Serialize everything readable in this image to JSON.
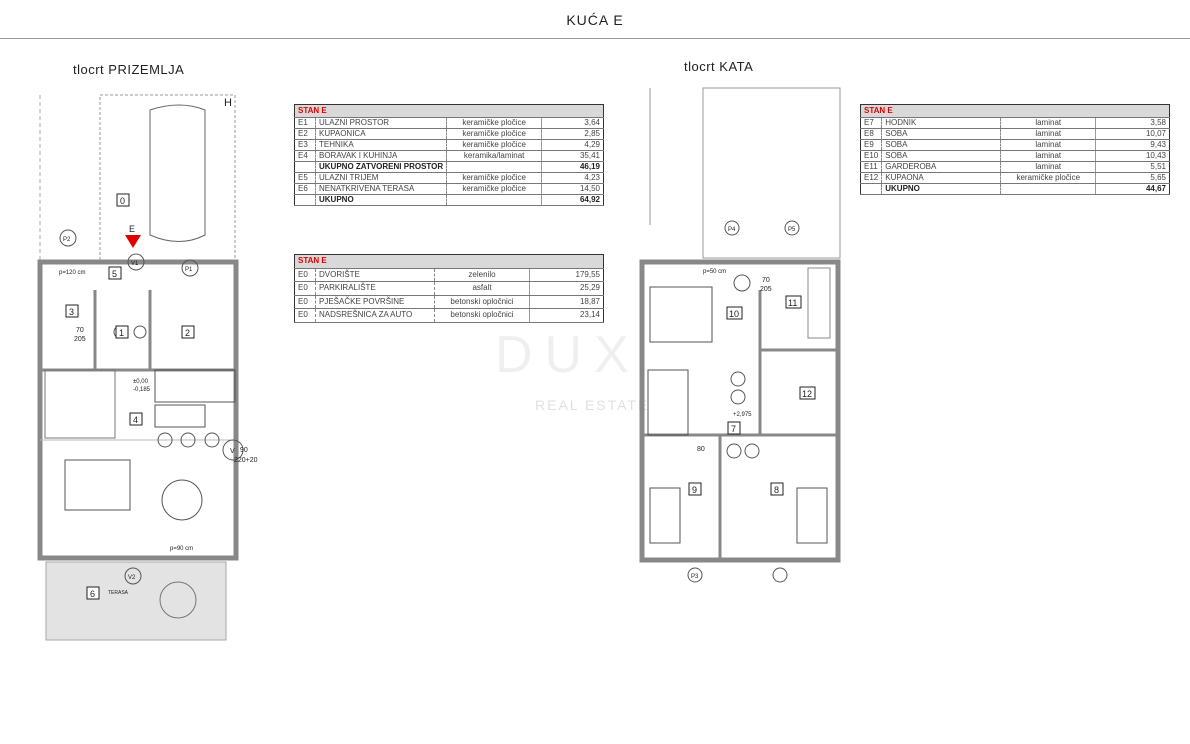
{
  "title": "KUĆA E",
  "watermark": {
    "logo": "DUX",
    "sub": "REAL ESTATE"
  },
  "plans": {
    "ground": {
      "title": "tlocrt PRIZEMLJA",
      "rooms": [
        "0",
        "1",
        "2",
        "3",
        "4",
        "5",
        "6"
      ],
      "entrance": "E",
      "level": [
        "±0,00",
        "-0,185"
      ],
      "texts": {
        "p120": "p=120 cm",
        "p90": "p=90 cm",
        "d1": "70",
        "d2": "205",
        "d3": "220+20",
        "d4": "90",
        "terasa": "TERASA",
        "v": "V",
        "v1": "V1",
        "v2": "V2",
        "p1": "P1",
        "p2": "P2",
        "h": "H"
      }
    },
    "upper": {
      "title": "tlocrt KATA",
      "rooms": [
        "7",
        "8",
        "9",
        "10",
        "11",
        "12"
      ],
      "level": "+2,975",
      "texts": {
        "p50": "p=50 cm",
        "d1": "70",
        "d2": "205",
        "d3": "80",
        "p3": "P3",
        "p4": "P4",
        "p5": "P5"
      }
    }
  },
  "tables": {
    "ground": {
      "header": "STAN E",
      "rows": [
        {
          "code": "E1",
          "name": "ULAZNI PROSTOR",
          "material": "keramičke pločice",
          "area": "3,64"
        },
        {
          "code": "E2",
          "name": "KUPAONICA",
          "material": "keramičke pločice",
          "area": "2,85"
        },
        {
          "code": "E3",
          "name": "TEHNIKA",
          "material": "keramičke pločice",
          "area": "4,29"
        },
        {
          "code": "E4",
          "name": "BORAVAK I KUHINJA",
          "material": "keramika/laminat",
          "area": "35,41"
        },
        {
          "code": "",
          "name": "UKUPNO ZATVORENI PROSTOR",
          "material": "",
          "area": "46,19",
          "bold": true
        },
        {
          "code": "E5",
          "name": "ULAZNI TRIJEM",
          "material": "keramičke pločice",
          "area": "4,23"
        },
        {
          "code": "E6",
          "name": "NENATKRIVENA TERASA",
          "material": "keramičke pločice",
          "area": "14,50"
        },
        {
          "code": "",
          "name": "UKUPNO",
          "material": "",
          "area": "64,92",
          "bold": true
        }
      ]
    },
    "outdoor": {
      "header": "STAN E",
      "rows": [
        {
          "code": "E0",
          "name": "DVORIŠTE",
          "material": "zelenilo",
          "area": "179,55"
        },
        {
          "code": "E0",
          "name": "PARKIRALIŠTE",
          "material": "asfalt",
          "area": "25,29"
        },
        {
          "code": "E0",
          "name": "PJEŠAČKE POVRŠINE",
          "material": "betonski opločnici",
          "area": "18,87"
        },
        {
          "code": "E0",
          "name": "NADSREŠNICA ZA AUTO",
          "material": "betonski opločnici",
          "area": "23,14"
        }
      ]
    },
    "upper": {
      "header": "STAN E",
      "rows": [
        {
          "code": "E7",
          "name": "HODNIK",
          "material": "laminat",
          "area": "3,58"
        },
        {
          "code": "E8",
          "name": "SOBA",
          "material": "laminat",
          "area": "10,07"
        },
        {
          "code": "E9",
          "name": "SOBA",
          "material": "laminat",
          "area": "9,43"
        },
        {
          "code": "E10",
          "name": "SOBA",
          "material": "laminat",
          "area": "10,43"
        },
        {
          "code": "E11",
          "name": "GARDEROBA",
          "material": "laminat",
          "area": "5,51"
        },
        {
          "code": "E12",
          "name": "KUPAONA",
          "material": "keramičke pločice",
          "area": "5,65"
        },
        {
          "code": "",
          "name": "UKUPNO",
          "material": "",
          "area": "44,67",
          "bold": true
        }
      ]
    }
  },
  "colors": {
    "header_red": "#e00000",
    "header_bg": "#d9d9d9",
    "marker": "#e00000",
    "wall": "#9a9a9a"
  }
}
